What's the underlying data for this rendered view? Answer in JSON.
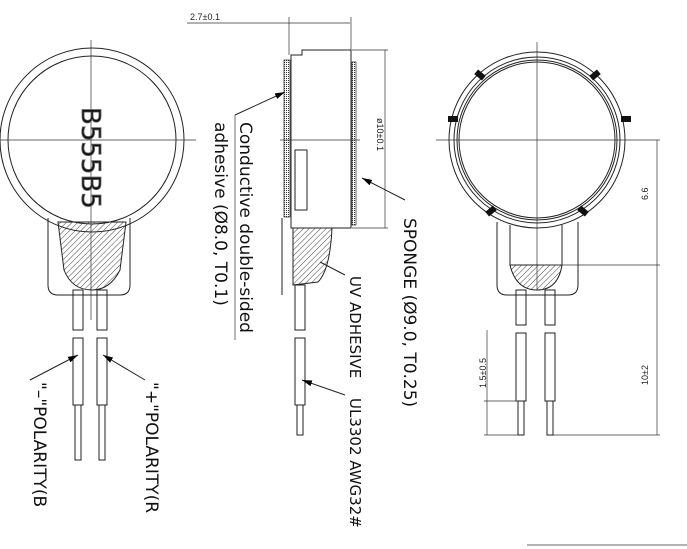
{
  "front_view": {
    "marking": "B555B5",
    "neg_label": "\"–\"POLARITY(B",
    "pos_label": "\"+\"POLARITY(R"
  },
  "side_view": {
    "thickness_dim": "2.7±0.1",
    "diameter_dim": "ø10±0.1",
    "adhesive_label_line1": "Conductive double-sided",
    "adhesive_label_line2": "adhesive (Ø8.0, T0.1)",
    "uv_label": "UV ADHESIVE",
    "wire_label": "UL3302 AWG32#",
    "sponge_label": "SPONGE (Ø9.0, T0.25)"
  },
  "back_view": {
    "dim_height": "6.6",
    "dim_wire_length": "10±2",
    "dim_strip_length": "1.5±0.5"
  }
}
